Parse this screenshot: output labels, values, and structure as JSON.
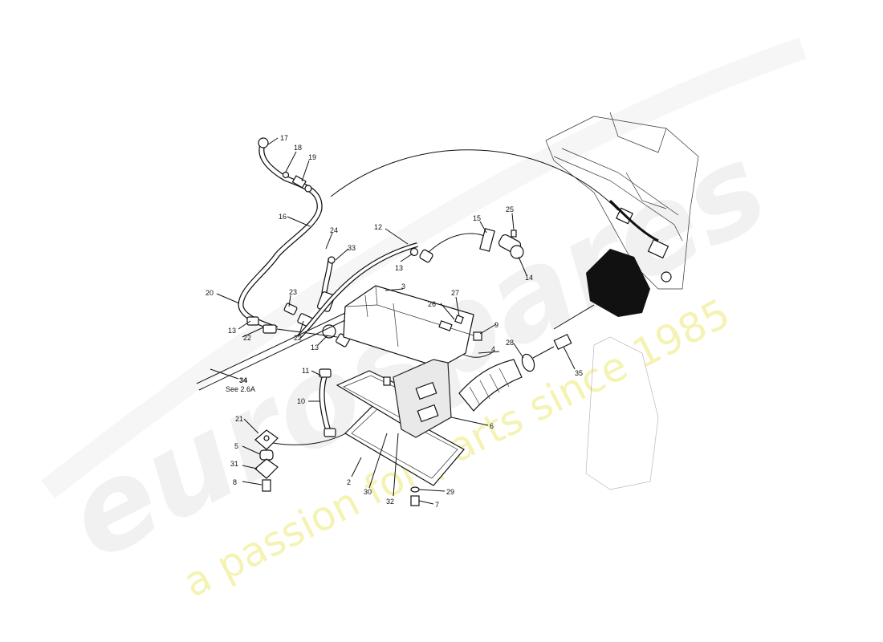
{
  "diagram": {
    "callouts": [
      {
        "id": "c17",
        "text": "17"
      },
      {
        "id": "c18",
        "text": "18"
      },
      {
        "id": "c19",
        "text": "19"
      },
      {
        "id": "c16",
        "text": "16"
      },
      {
        "id": "c24",
        "text": "24"
      },
      {
        "id": "c33",
        "text": "33"
      },
      {
        "id": "c12",
        "text": "12"
      },
      {
        "id": "c13a",
        "text": "13"
      },
      {
        "id": "c15",
        "text": "15"
      },
      {
        "id": "c25",
        "text": "25"
      },
      {
        "id": "c14",
        "text": "14"
      },
      {
        "id": "c20",
        "text": "20"
      },
      {
        "id": "c23",
        "text": "23"
      },
      {
        "id": "c3",
        "text": "3"
      },
      {
        "id": "c27",
        "text": "27"
      },
      {
        "id": "c26",
        "text": "26"
      },
      {
        "id": "c9",
        "text": "9"
      },
      {
        "id": "c13b",
        "text": "13"
      },
      {
        "id": "c22a",
        "text": "22"
      },
      {
        "id": "c22b",
        "text": "22"
      },
      {
        "id": "c13c",
        "text": "13"
      },
      {
        "id": "c4",
        "text": "4"
      },
      {
        "id": "c28",
        "text": "28"
      },
      {
        "id": "c11",
        "text": "11"
      },
      {
        "id": "c35",
        "text": "35"
      },
      {
        "id": "c34",
        "text": "34"
      },
      {
        "id": "c10",
        "text": "10"
      },
      {
        "id": "c6",
        "text": "6"
      },
      {
        "id": "c21",
        "text": "21"
      },
      {
        "id": "c5",
        "text": "5"
      },
      {
        "id": "c31",
        "text": "31"
      },
      {
        "id": "c8",
        "text": "8"
      },
      {
        "id": "c2",
        "text": "2"
      },
      {
        "id": "c30",
        "text": "30"
      },
      {
        "id": "c32",
        "text": "32"
      },
      {
        "id": "c29",
        "text": "29"
      },
      {
        "id": "c7",
        "text": "7"
      }
    ],
    "see_note": "See 2.6A"
  },
  "watermark": {
    "logo": "eurospares",
    "tagline": "a passion for parts since 1985"
  }
}
